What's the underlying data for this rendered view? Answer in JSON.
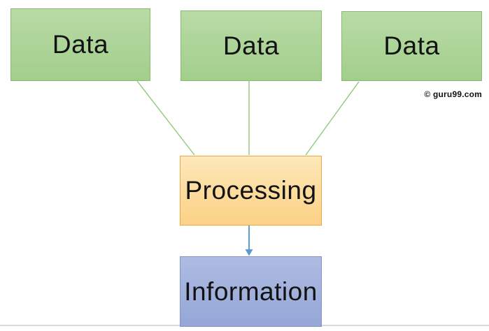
{
  "diagram": {
    "title_implied": "Data to Information flow",
    "nodes": {
      "data1": {
        "label": "Data"
      },
      "data2": {
        "label": "Data"
      },
      "data3": {
        "label": "Data"
      },
      "processing": {
        "label": "Processing"
      },
      "information": {
        "label": "Information"
      }
    },
    "connections": [
      {
        "from": "data1",
        "to": "processing",
        "style": "line"
      },
      {
        "from": "data2",
        "to": "processing",
        "style": "line"
      },
      {
        "from": "data3",
        "to": "processing",
        "style": "line"
      },
      {
        "from": "processing",
        "to": "information",
        "style": "arrow"
      }
    ],
    "watermark": "© guru99.com",
    "colors": {
      "green_fill_top": "#B9DBA6",
      "green_fill_bottom": "#A2CE8C",
      "green_border": "#89BC6C",
      "gold_fill_top": "#FDE8B9",
      "gold_fill_bottom": "#FBD185",
      "gold_border": "#E8A845",
      "blue_fill_top": "#AEBCE2",
      "blue_fill_bottom": "#95A7D7",
      "blue_border": "#8593C9",
      "connector_green": "#8FCA77",
      "arrow_blue": "#5B9BD5",
      "baseline_gray": "#D9D9D9"
    }
  }
}
